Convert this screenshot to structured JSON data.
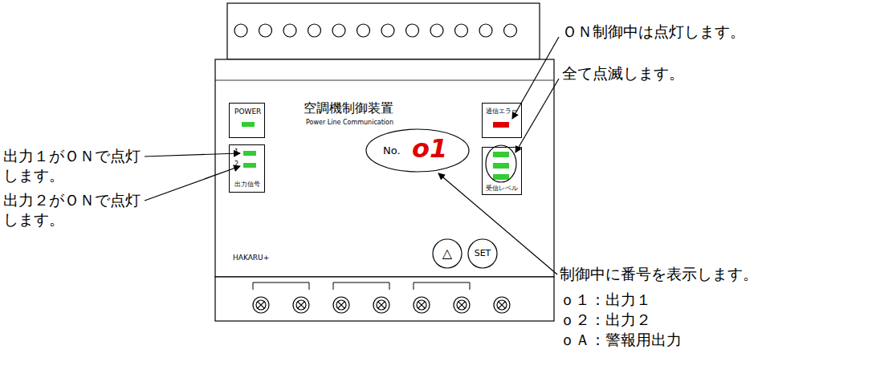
{
  "diagram": {
    "nodes": [
      {
        "text": [
          "POWER"
        ]
      },
      {
        "text": [
          "通信エラー"
        ]
      },
      {
        "text": [
          "1",
          "2",
          "出力信号"
        ]
      },
      {
        "text": [
          "No.",
          "o1"
        ]
      },
      {
        "text": [
          "受信レベル"
        ]
      },
      {
        "text": [
          "△"
        ]
      },
      {
        "text": [
          "SET"
        ]
      }
    ],
    "labels": [
      "空調機制御装置",
      "Power Line Communication",
      "HAKARU+",
      "出力１がＯＮで点灯 します。",
      "出力２がＯＮで点灯 します。",
      "ＯＮ制御中は点灯します。",
      "全て点滅します。",
      "制御中に番号を表示します。",
      "ｏ１：出力１",
      "ｏ２：出力２",
      "ｏＡ：警報用出力"
    ]
  }
}
